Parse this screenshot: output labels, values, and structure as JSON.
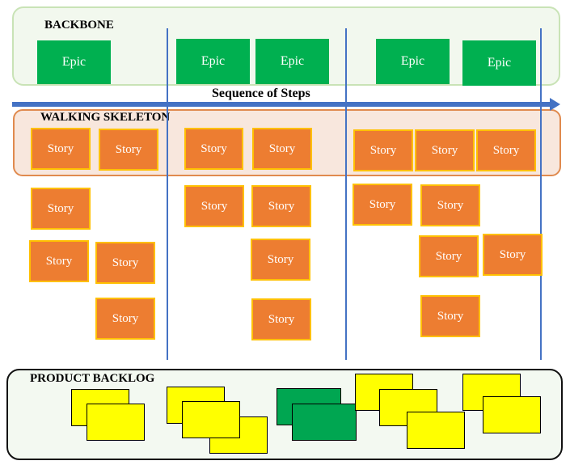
{
  "sections": {
    "backbone": "BACKBONE",
    "skeleton": "WALKING SKELETON",
    "backlog": "PRODUCT BACKLOG"
  },
  "arrow_label": "Sequence of Steps",
  "card_labels": {
    "epic": "Epic",
    "story": "Story"
  },
  "colors": {
    "epic": "#00b050",
    "story": "#ed7d31",
    "story_border": "#ffc000",
    "backlog_yellow": "#ffff00",
    "backlog_green": "#00a651",
    "divider": "#4472c4"
  }
}
